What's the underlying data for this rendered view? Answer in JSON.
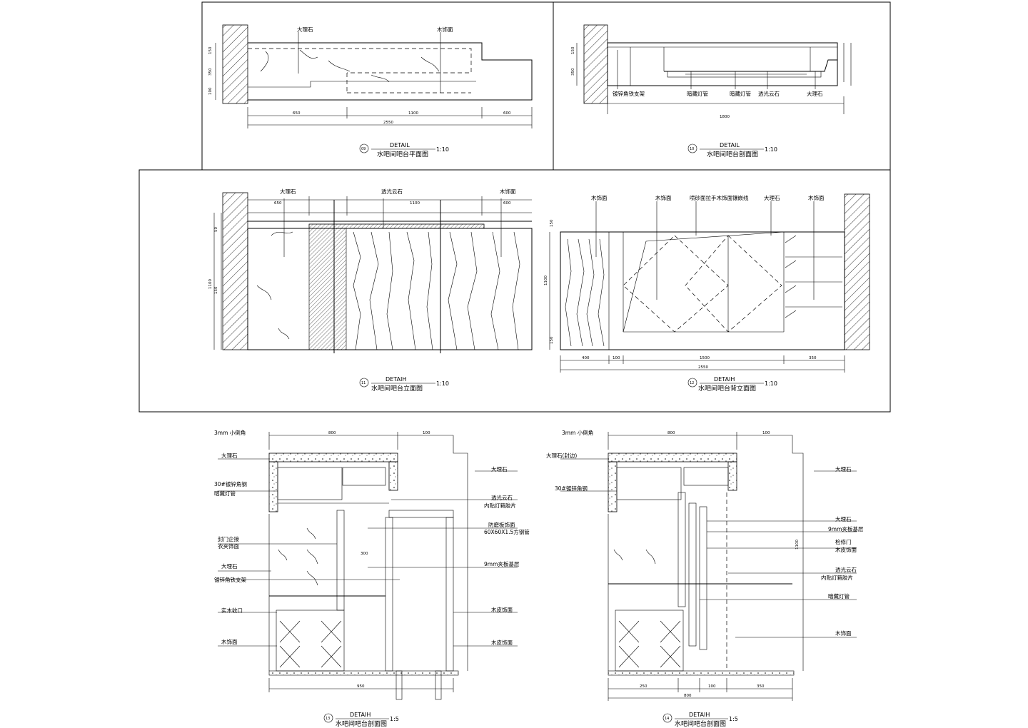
{
  "drawings": {
    "d09": {
      "num": "09",
      "detail": "DETAIL",
      "title": "水吧间吧台平面图",
      "scale": "1:10",
      "labels": [
        "大理石",
        "木饰面"
      ],
      "dims": [
        "150",
        "350",
        "100",
        "650",
        "1100",
        "600",
        "2550"
      ]
    },
    "d10": {
      "num": "10",
      "detail": "DETAIL",
      "title": "水吧间吧台剖面图",
      "scale": "1:10",
      "labels": [
        "镀锌角铁支架",
        "暗藏灯管",
        "暗藏灯管",
        "透光云石",
        "大理石"
      ],
      "dims": [
        "150",
        "350",
        "1800"
      ]
    },
    "d11": {
      "num": "11",
      "detail": "DETAIH",
      "title": "水吧间吧台立面图",
      "scale": "1:10",
      "labels": [
        "大理石",
        "透光云石",
        "木饰面"
      ],
      "dims": [
        "50",
        "1100",
        "150",
        "650",
        "1100",
        "600"
      ]
    },
    "d12": {
      "num": "12",
      "detail": "DETAIH",
      "title": "水吧间吧台背立面图",
      "scale": "1:10",
      "labels": [
        "木饰面",
        "木饰面",
        "喷砂面拉手木饰面镶嵌线",
        "大理石",
        "木饰面"
      ],
      "dims": [
        "150",
        "1100",
        "150",
        "400",
        "100",
        "1500",
        "350",
        "2550"
      ]
    },
    "d13": {
      "num": "13",
      "detail": "DETAIH",
      "title": "水吧间吧台剖面图",
      "scale": "1:5",
      "labels_left": [
        "3mm 小倒角",
        "大理石",
        "30#镀锌角钢",
        "暗藏灯管",
        "封门企接",
        "衣夹饰面",
        "大理石",
        "镀锌角铁支架",
        "实木收口",
        "木饰面"
      ],
      "labels_right": [
        "大理石",
        "透光云石",
        "内贴灯箱胶片",
        "防磨板饰面",
        "60X60X1.5方钢管",
        "9mm夹板基层",
        "木皮饰面",
        "木皮饰面"
      ],
      "dims": [
        "800",
        "100",
        "300",
        "950"
      ]
    },
    "d14": {
      "num": "14",
      "detail": "DETAIH",
      "title": "水吧间吧台剖面图",
      "scale": "1:5",
      "labels_left": [
        "3mm 小倒角",
        "大理石(封边)",
        "30#镀锌角钢"
      ],
      "labels_right": [
        "大理石",
        "大理石",
        "9mm夹板基层",
        "检修门",
        "木皮饰面",
        "透光云石",
        "内贴灯箱胶片",
        "暗藏灯管",
        "木饰面"
      ],
      "dims": [
        "800",
        "100",
        "250",
        "800",
        "100",
        "350",
        "1100"
      ]
    }
  }
}
